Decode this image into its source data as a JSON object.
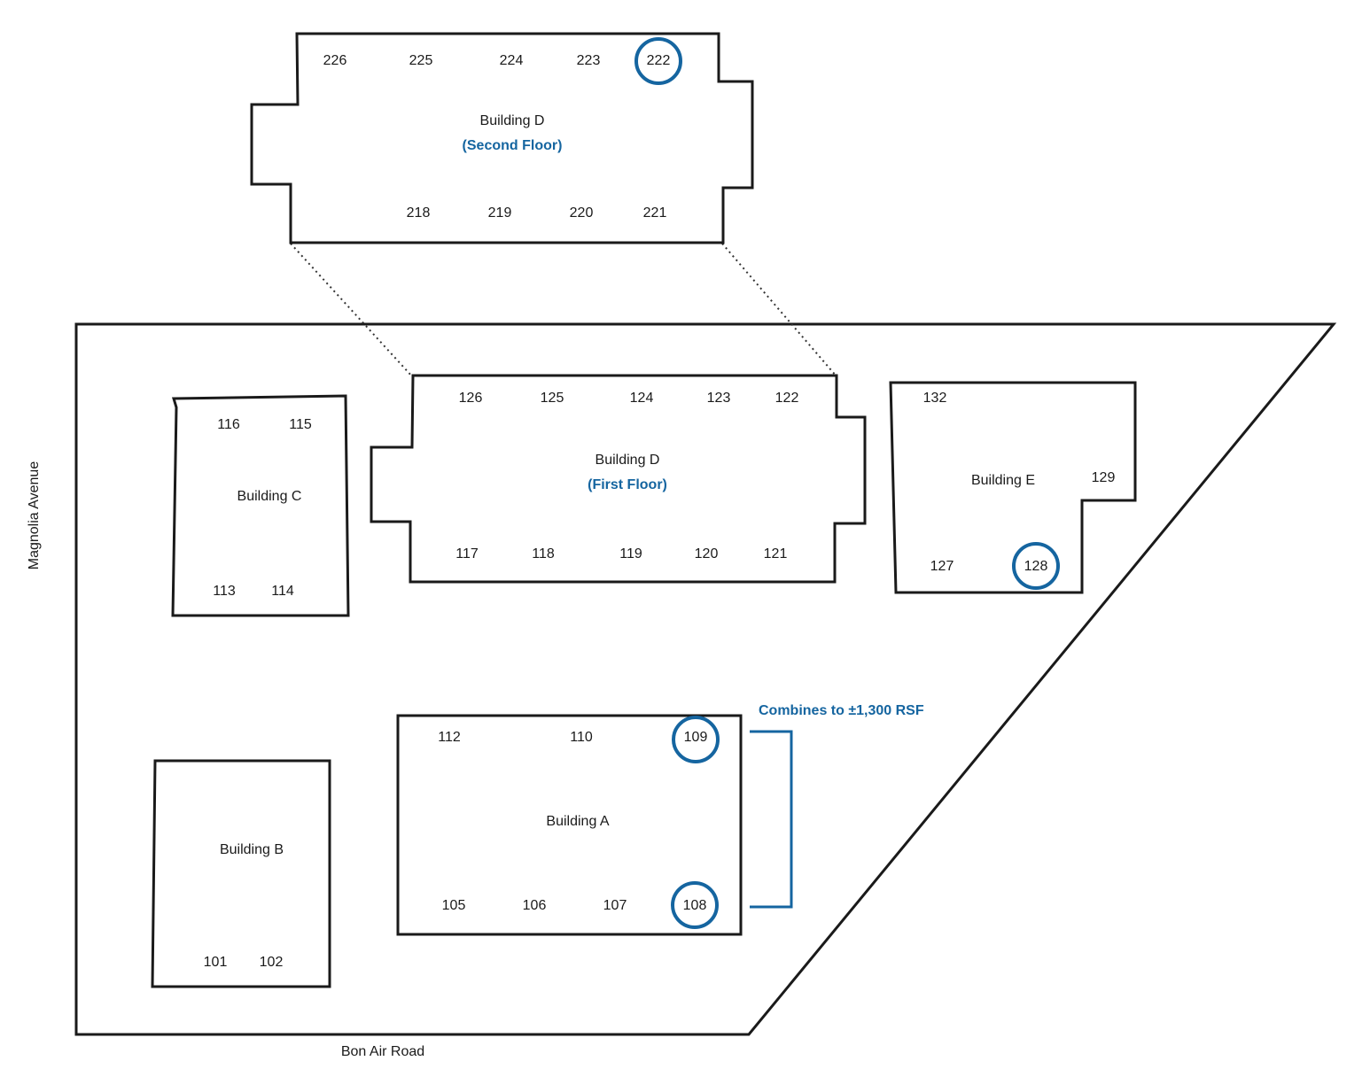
{
  "colors": {
    "accent": "#1565a0",
    "outline": "#1a1a1a"
  },
  "streets": {
    "west": "Magnolia Avenue",
    "south": "Bon Air Road"
  },
  "annotation": {
    "combine_text": "Combines to ±1,300 RSF"
  },
  "buildings": {
    "d_second": {
      "name": "Building D",
      "floor": "(Second Floor)",
      "units": [
        "226",
        "225",
        "224",
        "223",
        "222",
        "218",
        "219",
        "220",
        "221"
      ],
      "highlighted": [
        "222"
      ]
    },
    "d_first": {
      "name": "Building D",
      "floor": "(First Floor)",
      "units": [
        "126",
        "125",
        "124",
        "123",
        "122",
        "117",
        "118",
        "119",
        "120",
        "121"
      ],
      "highlighted": []
    },
    "c": {
      "name": "Building C",
      "units": [
        "116",
        "115",
        "113",
        "114"
      ],
      "highlighted": []
    },
    "e": {
      "name": "Building E",
      "units": [
        "132",
        "129",
        "127",
        "128"
      ],
      "highlighted": [
        "128"
      ]
    },
    "a": {
      "name": "Building A",
      "units": [
        "112",
        "110",
        "109",
        "105",
        "106",
        "107",
        "108"
      ],
      "highlighted": [
        "109",
        "108"
      ]
    },
    "b": {
      "name": "Building B",
      "units": [
        "101",
        "102"
      ],
      "highlighted": []
    }
  }
}
